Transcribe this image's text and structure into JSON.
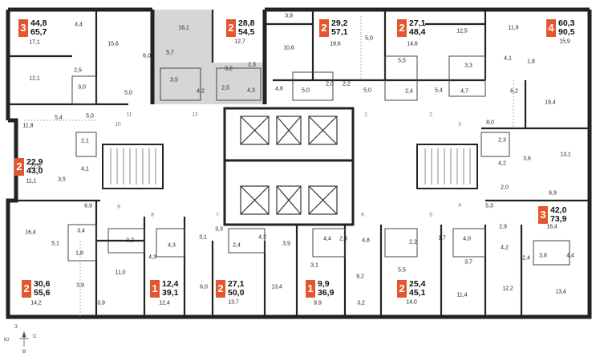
{
  "apartments": [
    {
      "rooms": "3",
      "total": "44,8",
      "living": "65,7"
    },
    {
      "rooms": "2",
      "total": "28,8",
      "living": "54,5"
    },
    {
      "rooms": "2",
      "total": "29,2",
      "living": "57,1"
    },
    {
      "rooms": "2",
      "total": "27,1",
      "living": "48,4"
    },
    {
      "rooms": "4",
      "total": "60,3",
      "living": "90,5"
    },
    {
      "rooms": "2",
      "total": "22,9",
      "living": "43,0"
    },
    {
      "rooms": "3",
      "total": "42,0",
      "living": "73,9"
    },
    {
      "rooms": "2",
      "total": "30,6",
      "living": "55,6"
    },
    {
      "rooms": "1",
      "total": "12,4",
      "living": "39,1"
    },
    {
      "rooms": "2",
      "total": "27,1",
      "living": "50,0"
    },
    {
      "rooms": "1",
      "total": "9,9",
      "living": "36,9"
    },
    {
      "rooms": "2",
      "total": "25,4",
      "living": "45,1"
    }
  ],
  "rooms": [
    "4,4",
    "17,1",
    "15,6",
    "6,0",
    "16,1",
    "5,7",
    "12,7",
    "3,2",
    "2,3",
    "3,5",
    "4,2",
    "2,5",
    "4,3",
    "3,9",
    "10,6",
    "4,8",
    "5,0",
    "2,0",
    "2,2",
    "5,0",
    "18,6",
    "5,0",
    "12,5",
    "14,6",
    "5,5",
    "3,3",
    "11,9",
    "15,9",
    "4,1",
    "1,8",
    "6,2",
    "2,4",
    "5,4",
    "4,7",
    "19,4",
    "12,1",
    "2,5",
    "3,0",
    "5,0",
    "5,4",
    "5,0",
    "11,8",
    "2,1",
    "8,0",
    "2,3",
    "13,1",
    "22,9",
    "4,1",
    "3,6",
    "4,2",
    "11,1",
    "3,5",
    "2,0",
    "6,9",
    "6,9",
    "16,4",
    "5,3",
    "2,9",
    "16,4",
    "3,4",
    "3,2",
    "4,3",
    "3,3",
    "4,2",
    "3,9",
    "4,4",
    "2,3",
    "4,8",
    "2,2",
    "1,7",
    "4,0",
    "5,1",
    "1,8",
    "2,4",
    "4,3",
    "3,1",
    "3,1",
    "9,2",
    "5,5",
    "3,7",
    "4,2",
    "2,4",
    "3,8",
    "4,4",
    "11,0",
    "6,0",
    "11,4",
    "12,2",
    "13,4",
    "13,7",
    "13,4",
    "3,9",
    "3,9",
    "12,4",
    "9,9",
    "3,2",
    "14,0",
    "14,2"
  ],
  "doors": [
    "1",
    "2",
    "3",
    "4",
    "5",
    "6",
    "7",
    "8",
    "9",
    "10",
    "11",
    "12"
  ],
  "compass": {
    "north": "З",
    "south": "В",
    "west": "Ю",
    "east": "С"
  }
}
